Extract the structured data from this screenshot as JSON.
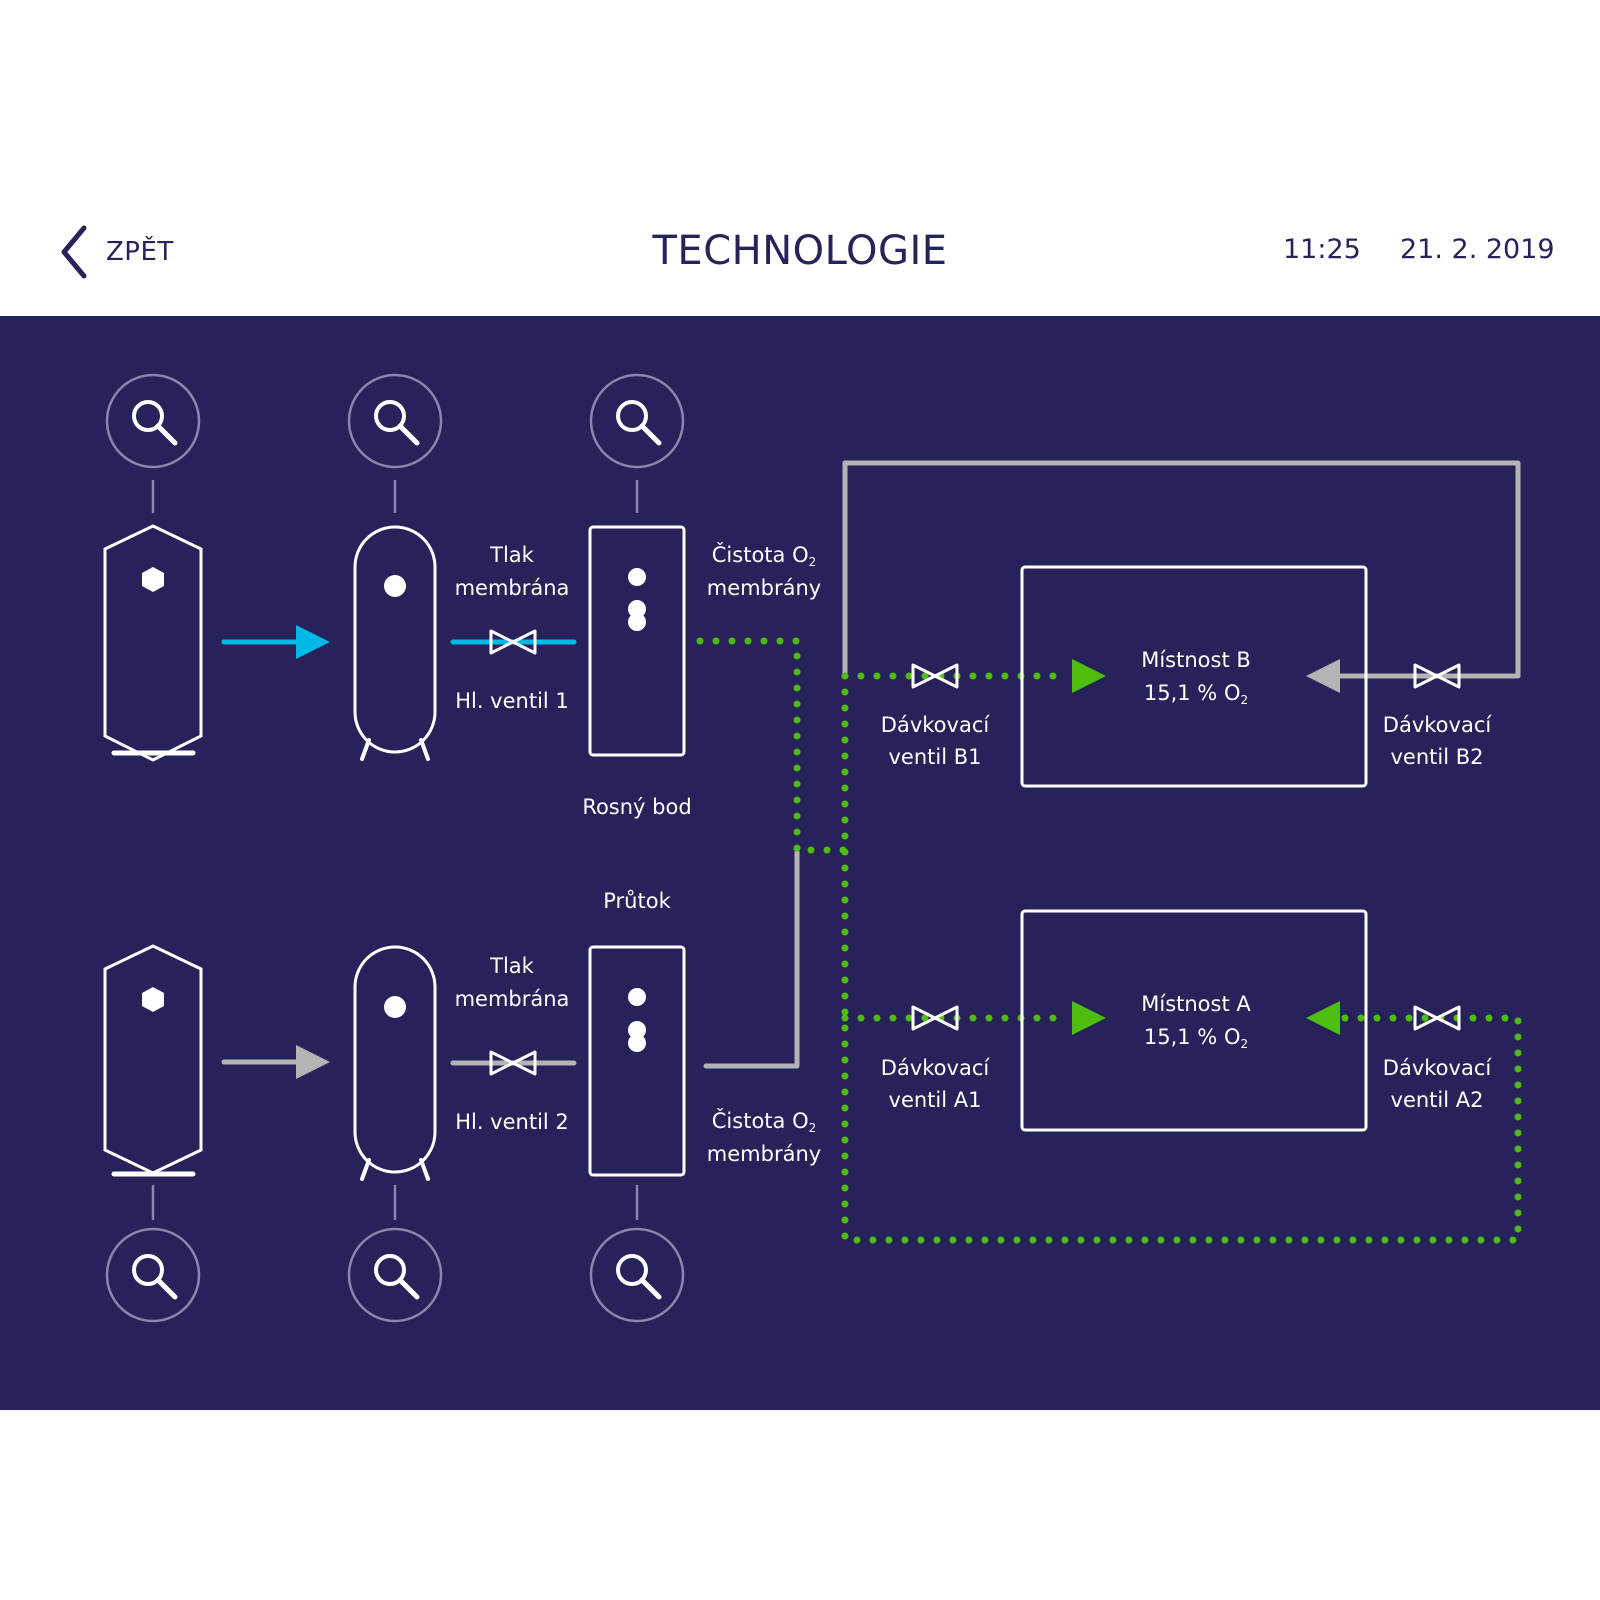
{
  "header": {
    "back_label": "ZPĚT",
    "title": "TECHNOLOGIE",
    "time": "11:25",
    "date": "21. 2. 2019"
  },
  "colors": {
    "background": "#28225b",
    "header_text": "#26225a",
    "active_flow": "#00b8e6",
    "inactive_flow": "#b4b4b4",
    "oxygen_flow": "#4fbd0e",
    "outline": "#ffffff"
  },
  "line1": {
    "label_tlak_1": "Tlak",
    "label_tlak_2": "membrána",
    "valve_label": "Hl. ventil 1",
    "dryer_label": "Rosný bod",
    "purity_1": "Čistota O",
    "purity_sub": "2",
    "purity_2": "membrány"
  },
  "line2": {
    "flow_label": "Průtok",
    "label_tlak_1": "Tlak",
    "label_tlak_2": "membrána",
    "valve_label": "Hl. ventil 2",
    "purity_1": "Čistota O",
    "purity_sub": "2",
    "purity_2": "membrány"
  },
  "rooms": {
    "b": {
      "name": "Místnost B",
      "value": "15,1 % O",
      "sub": "2"
    },
    "a": {
      "name": "Místnost A",
      "value": "15,1 % O",
      "sub": "2"
    }
  },
  "valves": {
    "b1": {
      "line1": "Dávkovací",
      "line2": "ventil B1"
    },
    "b2": {
      "line1": "Dávkovací",
      "line2": "ventil B2"
    },
    "a1": {
      "line1": "Dávkovací",
      "line2": "ventil A1"
    },
    "a2": {
      "line1": "Dávkovací",
      "line2": "ventil A2"
    }
  },
  "icons": {
    "zoom": "magnifier-icon",
    "back": "chevron-left-icon",
    "valve": "butterfly-valve-icon"
  }
}
